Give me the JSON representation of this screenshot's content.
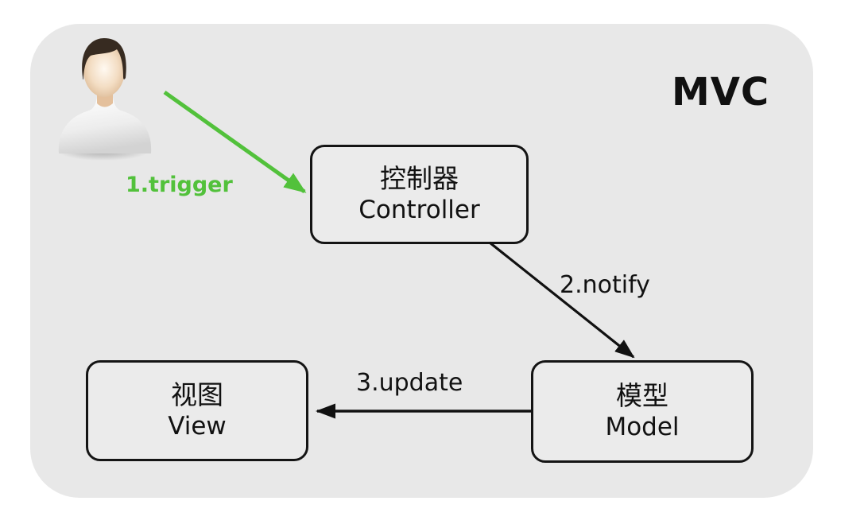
{
  "title": "MVC",
  "actor": {
    "icon": "user-avatar-icon"
  },
  "nodes": {
    "controller": {
      "zh": "控制器",
      "en": "Controller"
    },
    "model": {
      "zh": "模型",
      "en": "Model"
    },
    "view": {
      "zh": "视图",
      "en": "View"
    }
  },
  "edges": {
    "trigger": {
      "label": "1.trigger",
      "from": "user",
      "to": "controller",
      "color": "#52c13b"
    },
    "notify": {
      "label": "2.notify",
      "from": "controller",
      "to": "model",
      "color": "#111111"
    },
    "update": {
      "label": "3.update",
      "from": "model",
      "to": "view",
      "color": "#111111"
    }
  },
  "colors": {
    "background": "#ffffff",
    "panel": "#e8e8e8",
    "node_fill": "#ebebeb",
    "node_border": "#141414",
    "text": "#111111",
    "accent_green": "#52c13b"
  }
}
